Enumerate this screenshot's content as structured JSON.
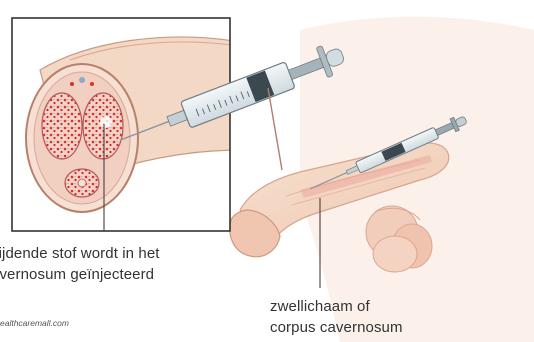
{
  "labels": {
    "inset_caption": [
      "vijdende stof wordt in het",
      "avernosum geïnjecteerd"
    ],
    "organ_caption": [
      "zwellichaam of",
      "corpus cavernosum"
    ],
    "source_credit": "ealthcaremall.com"
  },
  "colors": {
    "skin": "#f6d9c6",
    "skin_shadow": "#e8bda3",
    "tissue_red": "#d8312e",
    "tissue_bg": "#f1c9be",
    "syringe_barrel": "#e6edf0",
    "syringe_outline": "#6f7c84",
    "plunger_dark": "#3c4850",
    "frame": "#333333",
    "leader_line": "#5a4b4b"
  }
}
